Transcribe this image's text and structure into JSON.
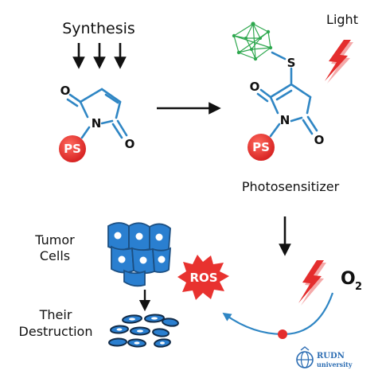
{
  "labels": {
    "synthesis": "Synthesis",
    "light": "Light",
    "photosensitizer": "Photosensitizer",
    "tumor_line1": "Tumor",
    "tumor_line2": "Cells",
    "their_line1": "Their",
    "their_line2": "Destruction",
    "ros": "ROS",
    "oxygen_main": "O",
    "oxygen_sub": "2"
  },
  "atoms": {
    "oxygen": "O",
    "nitrogen": "N",
    "sulfur": "S",
    "ps": "PS"
  },
  "logo": {
    "name": "RUDN",
    "sub": "university"
  },
  "colors": {
    "bond": "#2f86c4",
    "ps_red": "#e42d2d",
    "lightning": "#e42d2d",
    "cage_green": "#2fa84f",
    "cell_blue": "#2a7fd0",
    "ros_red": "#e8322f",
    "cycle_blue": "#2f86c4",
    "logo_blue": "#2c6db3"
  },
  "icons": [
    "lightning-bolt-icon",
    "carborane-cage-icon",
    "rudn-logo-icon",
    "ros-starburst-icon"
  ]
}
